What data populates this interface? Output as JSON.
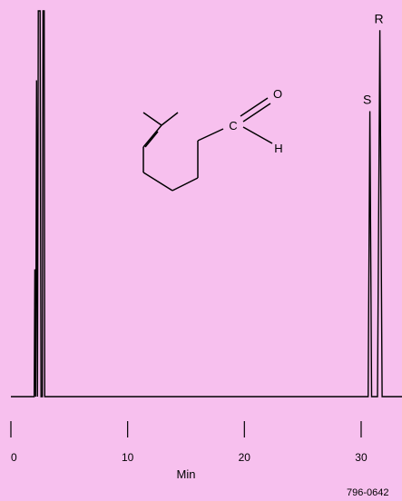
{
  "colors": {
    "background": "#f7c0ee",
    "trace": "#000000"
  },
  "chart_data": {
    "type": "line",
    "title": "",
    "xlabel": "Min",
    "ylabel": "",
    "xlim": [
      0,
      33.5
    ],
    "ylim": [
      0,
      1
    ],
    "xticks": [
      0,
      10,
      20,
      30
    ],
    "xtick_labels": [
      "0",
      "10",
      "20",
      "30"
    ],
    "grid": false,
    "series": [
      {
        "values": [
          [
            0,
            0.0
          ],
          [
            2.0,
            0.0
          ],
          [
            2.05,
            0.33
          ],
          [
            2.12,
            0.0
          ],
          [
            2.2,
            0.82
          ],
          [
            2.28,
            0.0
          ],
          [
            2.35,
            1.0
          ],
          [
            2.5,
            1.0
          ],
          [
            2.58,
            0.0
          ],
          [
            2.7,
            0.0
          ],
          [
            2.75,
            1.0
          ],
          [
            2.85,
            1.0
          ],
          [
            2.9,
            0.0
          ],
          [
            30.6,
            0.0
          ],
          [
            30.75,
            0.74
          ],
          [
            30.9,
            0.0
          ],
          [
            31.4,
            0.0
          ],
          [
            31.6,
            0.95
          ],
          [
            31.8,
            0.0
          ],
          [
            33.5,
            0.0
          ]
        ]
      }
    ],
    "peak_labels": [
      {
        "text": "S",
        "x": 30.75,
        "y": 0.74
      },
      {
        "text": "R",
        "x": 31.6,
        "y": 0.95
      }
    ],
    "structure_labels": {
      "oxygen": "O",
      "carbon": "C",
      "hydrogen": "H"
    },
    "annotation": "796-0642"
  }
}
